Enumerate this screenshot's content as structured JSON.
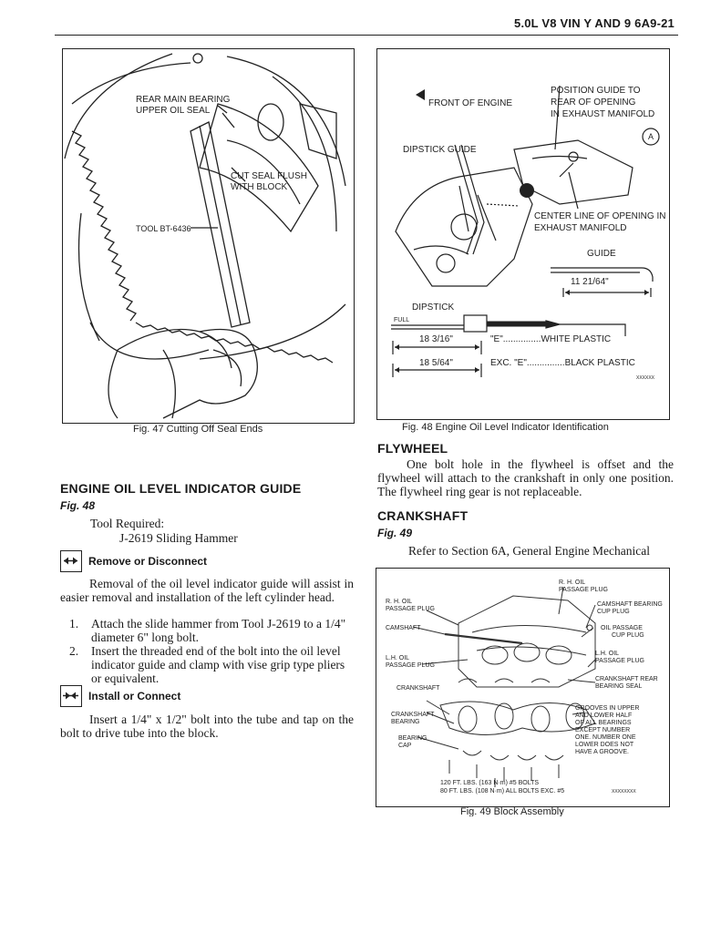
{
  "header": {
    "title": "5.0L V8 VIN Y AND 9  6A9-21"
  },
  "fig47": {
    "labels": {
      "rear_main_bearing": "REAR MAIN BEARING",
      "upper_oil_seal": "UPPER OIL SEAL",
      "cut_seal_flush": "CUT SEAL FLUSH",
      "with_block": "WITH BLOCK",
      "tool": "TOOL BT-6436"
    },
    "caption": "Fig. 47 Cutting Off Seal Ends"
  },
  "fig48": {
    "labels": {
      "front_of_engine": "FRONT OF ENGINE",
      "position_guide_1": "POSITION GUIDE TO",
      "position_guide_2": "REAR OF OPENING",
      "position_guide_3": "IN EXHAUST MANIFOLD",
      "circle_a": "A",
      "dipstick_guide": "DIPSTICK GUIDE",
      "centerline_1": "CENTER LINE OF OPENING IN",
      "centerline_2": "EXHAUST MANIFOLD",
      "guide": "GUIDE",
      "guide_dim": "11 21/64\"",
      "dipstick": "DIPSTICK",
      "full": "FULL",
      "dim1": "18 3/16\"",
      "dim2": "18 5/64\"",
      "note1": "\"E\"...............WHITE PLASTIC",
      "note2": "EXC. \"E\"...............BLACK PLASTIC",
      "code": "XXXXXX"
    },
    "caption": "Fig. 48 Engine Oil Level Indicator Identification"
  },
  "fig49": {
    "labels": {
      "rh_oil_top_1": "R. H. OIL",
      "rh_oil_top_2": "PASSAGE PLUG",
      "camshaft_bearing_1": "CAMSHAFT BEARING",
      "camshaft_bearing_2": "CUP PLUG",
      "rh_oil_left_1": "R. H. OIL",
      "rh_oil_left_2": "PASSAGE PLUG",
      "camshaft": "CAMSHAFT",
      "oil_passage_1": "OIL PASSAGE",
      "oil_passage_2": "CUP PLUG",
      "lh_oil_left_1": "L.H. OIL",
      "lh_oil_left_2": "PASSAGE PLUG",
      "lh_oil_right_1": "L.H. OIL",
      "lh_oil_right_2": "PASSAGE PLUG",
      "crankshaft": "CRANKSHAFT",
      "crankshaft_rear_1": "CRANKSHAFT REAR",
      "crankshaft_rear_2": "BEARING SEAL",
      "crankshaft_bearing_1": "CRANKSHAFT",
      "crankshaft_bearing_2": "BEARING",
      "grooves_1": "GROOVES IN UPPER",
      "grooves_2": "AND LOWER HALF",
      "grooves_3": "OF ALL BEARINGS",
      "grooves_4": "EXCEPT NUMBER",
      "grooves_5": "ONE. NUMBER ONE",
      "grooves_6": "LOWER DOES NOT",
      "grooves_7": "HAVE A GROOVE.",
      "bearing_cap_1": "BEARING",
      "bearing_cap_2": "CAP",
      "torque_1": "120 FT. LBS. (163 N·m)  #5 BOLTS",
      "torque_2": "80 FT. LBS. (108 N·m)  ALL BOLTS EXC. #5",
      "code": "XXXXXXXX"
    },
    "caption": "Fig. 49 Block Assembly"
  },
  "left": {
    "heading": "ENGINE OIL LEVEL INDICATOR GUIDE",
    "fig_ref": "Fig. 48",
    "tool_required": "Tool Required:",
    "tool_name": "J-2619 Sliding Hammer",
    "remove_label": "Remove or Disconnect",
    "remove_para": "Removal of the oil level indicator guide will assist in easier removal and installation of the left cylinder head.",
    "steps": [
      {
        "n": "1.",
        "text": "Attach the slide hammer from Tool J-2619 to a 1/4\" diameter 6\" long bolt."
      },
      {
        "n": "2.",
        "text": "Insert the threaded end of the bolt into the oil level indicator guide and clamp with vise grip type pliers or equivalent."
      }
    ],
    "install_label": "Install or Connect",
    "install_para": "Insert a 1/4\" x 1/2\" bolt into the tube and tap on the bolt to drive tube into the block."
  },
  "right": {
    "flywheel_heading": "FLYWHEEL",
    "flywheel_para": "One bolt hole in the flywheel is offset and the flywheel will attach to the crankshaft in only one position. The flywheel ring gear is not replaceable.",
    "crankshaft_heading": "CRANKSHAFT",
    "crankshaft_fig_ref": "Fig. 49",
    "crankshaft_para": "Refer to Section 6A, General Engine Mechanical"
  }
}
